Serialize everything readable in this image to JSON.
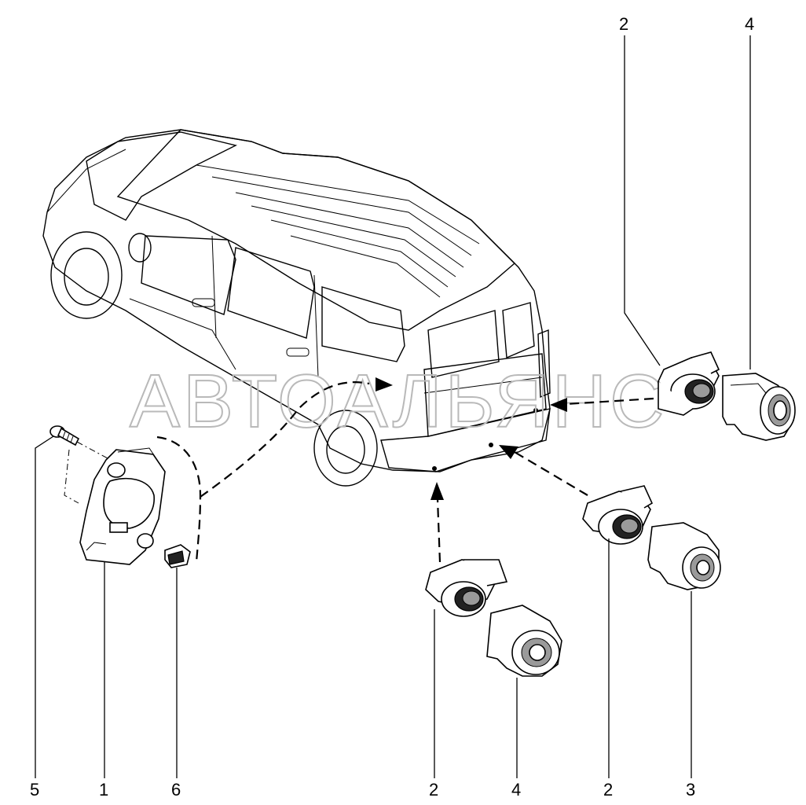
{
  "watermark": "АВТОАЛЬЯНС",
  "callouts": {
    "top_sensor": "2",
    "top_ring": "4",
    "bracket_screw": "5",
    "bracket": "1",
    "connector": "6",
    "bottom_left_sensor": "2",
    "bottom_left_ring": "4",
    "bottom_right_sensor": "2",
    "bottom_right_ring": "3"
  }
}
